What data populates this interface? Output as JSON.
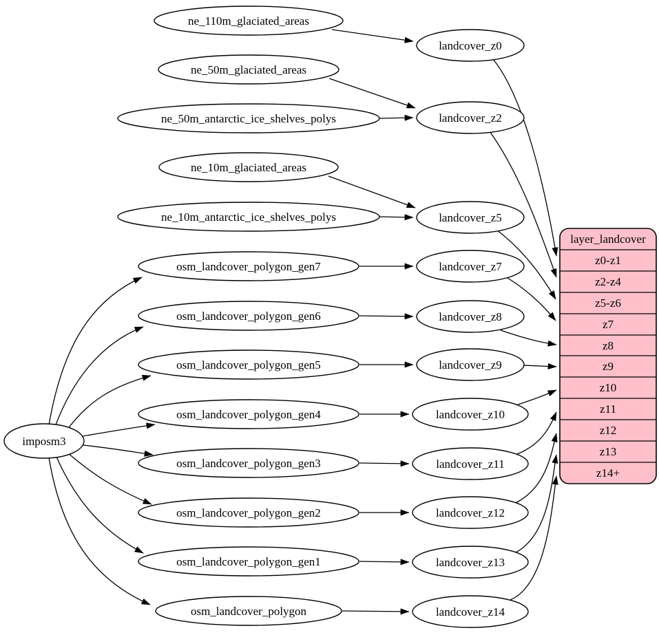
{
  "diagram_type": "graphviz-dependency-graph",
  "colors": {
    "background": "#ffffff",
    "node_fill": "#ffffff",
    "node_stroke": "#000000",
    "edge_color": "#000000",
    "layer_fill": "#ffc0cb",
    "text_color": "#000000"
  },
  "importer": {
    "label": "imposm3"
  },
  "sources": [
    {
      "label": "ne_110m_glaciated_areas"
    },
    {
      "label": "ne_50m_glaciated_areas"
    },
    {
      "label": "ne_50m_antarctic_ice_shelves_polys"
    },
    {
      "label": "ne_10m_glaciated_areas"
    },
    {
      "label": "ne_10m_antarctic_ice_shelves_polys"
    },
    {
      "label": "osm_landcover_polygon_gen7"
    },
    {
      "label": "osm_landcover_polygon_gen6"
    },
    {
      "label": "osm_landcover_polygon_gen5"
    },
    {
      "label": "osm_landcover_polygon_gen4"
    },
    {
      "label": "osm_landcover_polygon_gen3"
    },
    {
      "label": "osm_landcover_polygon_gen2"
    },
    {
      "label": "osm_landcover_polygon_gen1"
    },
    {
      "label": "osm_landcover_polygon"
    }
  ],
  "generalized": [
    {
      "label": "landcover_z0"
    },
    {
      "label": "landcover_z2"
    },
    {
      "label": "landcover_z5"
    },
    {
      "label": "landcover_z7"
    },
    {
      "label": "landcover_z8"
    },
    {
      "label": "landcover_z9"
    },
    {
      "label": "landcover_z10"
    },
    {
      "label": "landcover_z11"
    },
    {
      "label": "landcover_z12"
    },
    {
      "label": "landcover_z13"
    },
    {
      "label": "landcover_z14"
    }
  ],
  "layer_table": {
    "header": "layer_landcover",
    "rows": [
      "z0-z1",
      "z2-z4",
      "z5-z6",
      "z7",
      "z8",
      "z9",
      "z10",
      "z11",
      "z12",
      "z13",
      "z14+"
    ]
  },
  "edges": [
    "imposm3 -> osm_landcover_polygon_gen7",
    "imposm3 -> osm_landcover_polygon_gen6",
    "imposm3 -> osm_landcover_polygon_gen5",
    "imposm3 -> osm_landcover_polygon_gen4",
    "imposm3 -> osm_landcover_polygon_gen3",
    "imposm3 -> osm_landcover_polygon_gen2",
    "imposm3 -> osm_landcover_polygon_gen1",
    "imposm3 -> osm_landcover_polygon",
    "ne_110m_glaciated_areas -> landcover_z0",
    "ne_50m_glaciated_areas -> landcover_z2",
    "ne_50m_antarctic_ice_shelves_polys -> landcover_z2",
    "ne_10m_glaciated_areas -> landcover_z5",
    "ne_10m_antarctic_ice_shelves_polys -> landcover_z5",
    "osm_landcover_polygon_gen7 -> landcover_z7",
    "osm_landcover_polygon_gen6 -> landcover_z8",
    "osm_landcover_polygon_gen5 -> landcover_z9",
    "osm_landcover_polygon_gen4 -> landcover_z10",
    "osm_landcover_polygon_gen3 -> landcover_z11",
    "osm_landcover_polygon_gen2 -> landcover_z12",
    "osm_landcover_polygon_gen1 -> landcover_z13",
    "osm_landcover_polygon -> landcover_z14",
    "landcover_z0 -> layer_landcover:z0-z1",
    "landcover_z2 -> layer_landcover:z2-z4",
    "landcover_z5 -> layer_landcover:z5-z6",
    "landcover_z7 -> layer_landcover:z7",
    "landcover_z8 -> layer_landcover:z8",
    "landcover_z9 -> layer_landcover:z9",
    "landcover_z10 -> layer_landcover:z10",
    "landcover_z11 -> layer_landcover:z11",
    "landcover_z12 -> layer_landcover:z12",
    "landcover_z13 -> layer_landcover:z13",
    "landcover_z14 -> layer_landcover:z14+"
  ]
}
